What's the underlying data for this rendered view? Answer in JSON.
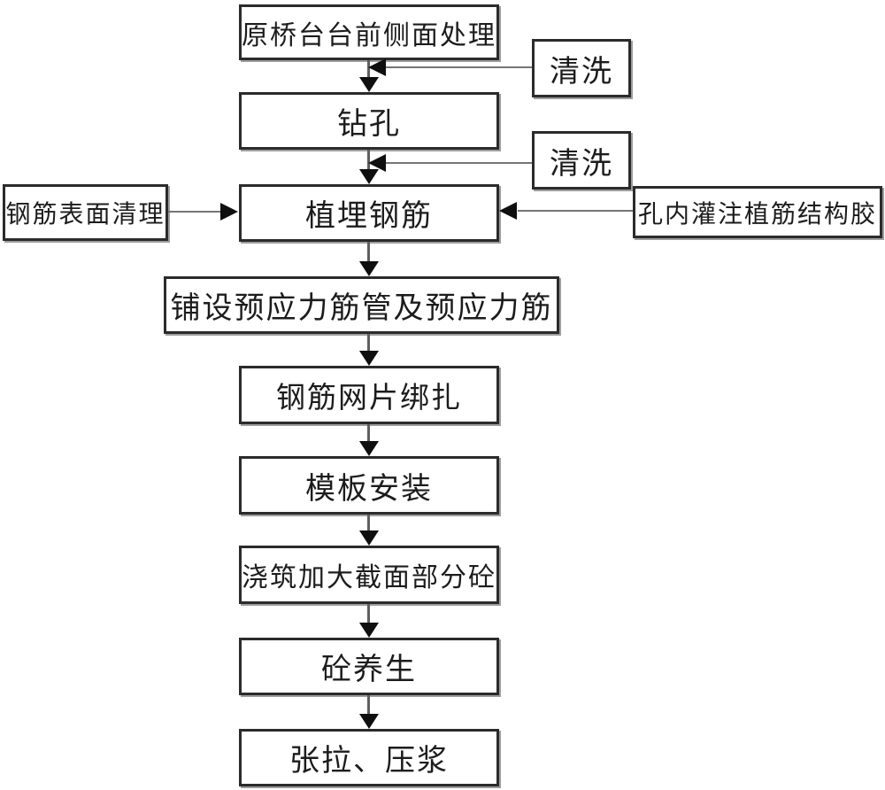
{
  "colors": {
    "background": "#ffffff",
    "box_border": "#2b2b2b",
    "box_shadow": "#9d9d9d",
    "text": "#1c1c1c",
    "connector_line": "#6f6f6f",
    "arrowhead": "#0f0f0f"
  },
  "flowchart": {
    "main_steps": [
      {
        "label": "原桥台台前侧面处理"
      },
      {
        "label": "钻孔"
      },
      {
        "label": "植埋钢筋"
      },
      {
        "label": "铺设预应力筋管及预应力筋"
      },
      {
        "label": "钢筋网片绑扎"
      },
      {
        "label": "模板安装"
      },
      {
        "label": "浇筑加大截面部分砼"
      },
      {
        "label": "砼养生"
      },
      {
        "label": "张拉、压浆"
      }
    ],
    "annotations": [
      {
        "label": "清洗",
        "attached_to": "arrow 原桥台台前侧面处理 → 钻孔",
        "side": "right"
      },
      {
        "label": "清洗",
        "attached_to": "arrow 钻孔 → 植埋钢筋",
        "side": "right"
      },
      {
        "label": "钢筋表面清理",
        "attached_to": "植埋钢筋",
        "side": "left"
      },
      {
        "label": "孔内灌注植筋结构胶",
        "attached_to": "植埋钢筋",
        "side": "right"
      }
    ],
    "edges": [
      {
        "from": "原桥台台前侧面处理",
        "to": "钻孔",
        "type": "flow"
      },
      {
        "from": "钻孔",
        "to": "植埋钢筋",
        "type": "flow"
      },
      {
        "from": "植埋钢筋",
        "to": "铺设预应力筋管及预应力筋",
        "type": "flow"
      },
      {
        "from": "铺设预应力筋管及预应力筋",
        "to": "钢筋网片绑扎",
        "type": "flow"
      },
      {
        "from": "钢筋网片绑扎",
        "to": "模板安装",
        "type": "flow"
      },
      {
        "from": "模板安装",
        "to": "浇筑加大截面部分砼",
        "type": "flow"
      },
      {
        "from": "浇筑加大截面部分砼",
        "to": "砼养生",
        "type": "flow"
      },
      {
        "from": "砼养生",
        "to": "张拉、压浆",
        "type": "flow"
      },
      {
        "from": "清洗",
        "to": "原桥台台前侧面处理 → 钻孔",
        "type": "annotation"
      },
      {
        "from": "清洗",
        "to": "钻孔 → 植埋钢筋",
        "type": "annotation"
      },
      {
        "from": "钢筋表面清理",
        "to": "植埋钢筋",
        "type": "input"
      },
      {
        "from": "孔内灌注植筋结构胶",
        "to": "植埋钢筋",
        "type": "input"
      }
    ]
  }
}
